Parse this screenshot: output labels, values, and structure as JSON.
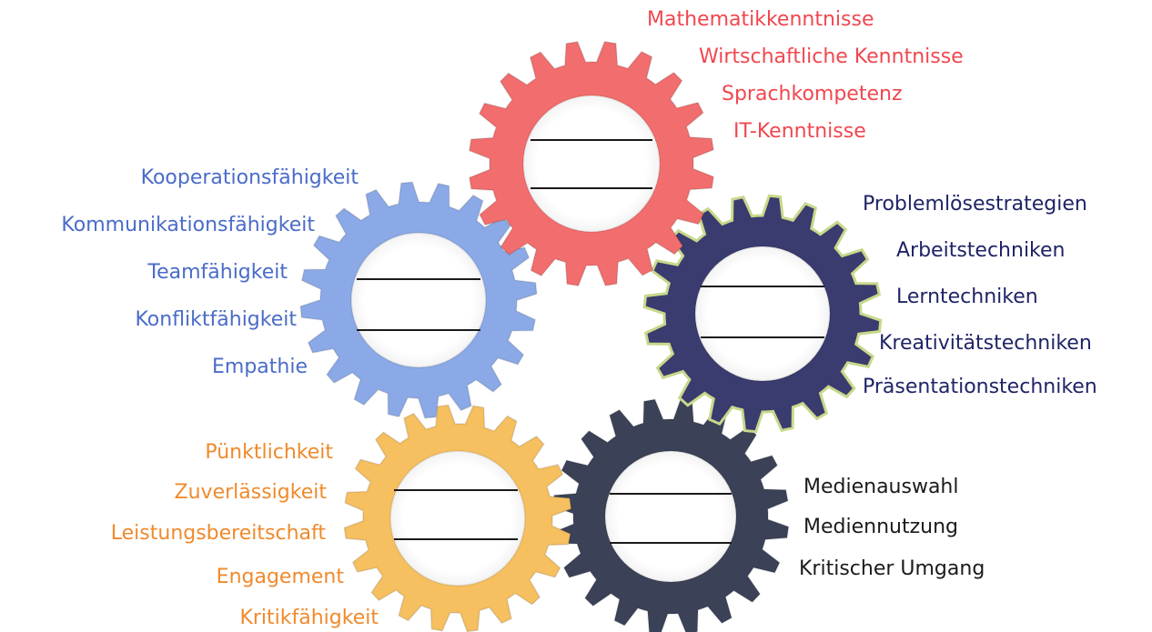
{
  "gears": [
    {
      "id": "red",
      "color": "#f26d6d",
      "skills": [
        "Mathematikkenntnisse",
        "Wirtschaftliche Kenntnisse",
        "Sprachkompetenz",
        "IT-Kenntnisse"
      ],
      "text_color": "#f0474f"
    },
    {
      "id": "blue",
      "color": "#8aa9e6",
      "skills": [
        "Kooperationsfähigkeit",
        "Kommunikationsfähigkeit",
        "Teamfähigkeit",
        "Konfliktfähigkeit",
        "Empathie"
      ],
      "text_color": "#4a6cc8"
    },
    {
      "id": "navy",
      "color": "#3a3b6e",
      "skills": [
        "Problemlösestrategien",
        "Arbeitstechniken",
        "Lerntechniken",
        "Kreativitätstechniken",
        "Präsentationstechniken"
      ],
      "text_color": "#1f2466"
    },
    {
      "id": "orange",
      "color": "#f6bf5f",
      "skills": [
        "Pünktlichkeit",
        "Zuverlässigkeit",
        "Leistungsbereitschaft",
        "Engagement",
        "Kritikfähigkeit"
      ],
      "text_color": "#f08a2c"
    },
    {
      "id": "dark",
      "color": "#3b4257",
      "skills": [
        "Medienauswahl",
        "Mediennutzung",
        "Kritischer Umgang"
      ],
      "text_color": "#1b1b1b"
    }
  ]
}
